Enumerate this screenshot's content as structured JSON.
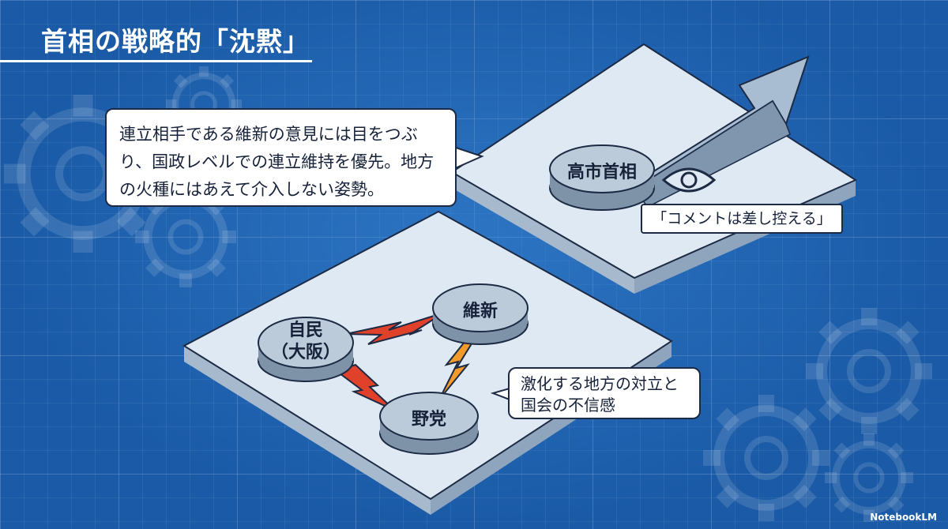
{
  "title": "首相の戦略的「沈黙」",
  "callout_main": {
    "lines": [
      "連立相手である維新の意見には目をつぶ",
      "り、国政レベルでの連立維持を優先。地方",
      "の火種にはあえて介入しない姿勢。"
    ]
  },
  "upper_platform": {
    "pm_label": "高市首相",
    "quote": "「コメントは差し控える」",
    "icons": [
      "arrow-up-right-icon",
      "eye-icon"
    ]
  },
  "lower_platform": {
    "nodes": {
      "ldp": [
        "自民",
        "（大阪）"
      ],
      "ishin": "維新",
      "opposition": "野党"
    },
    "callout": {
      "lines": [
        "激化する地方の対立と",
        "国会の不信感"
      ]
    },
    "icons": [
      "lightning-icon",
      "lightning-icon",
      "lightning-icon"
    ]
  },
  "colors": {
    "background": "#1a5aa6",
    "platform": "#dfe9f3",
    "disk": "#bccbd9",
    "arrow": "#a9bdd2",
    "bolt_red": "#e0412b",
    "bolt_orange": "#f29a2a"
  },
  "logo": "NotebookLM"
}
